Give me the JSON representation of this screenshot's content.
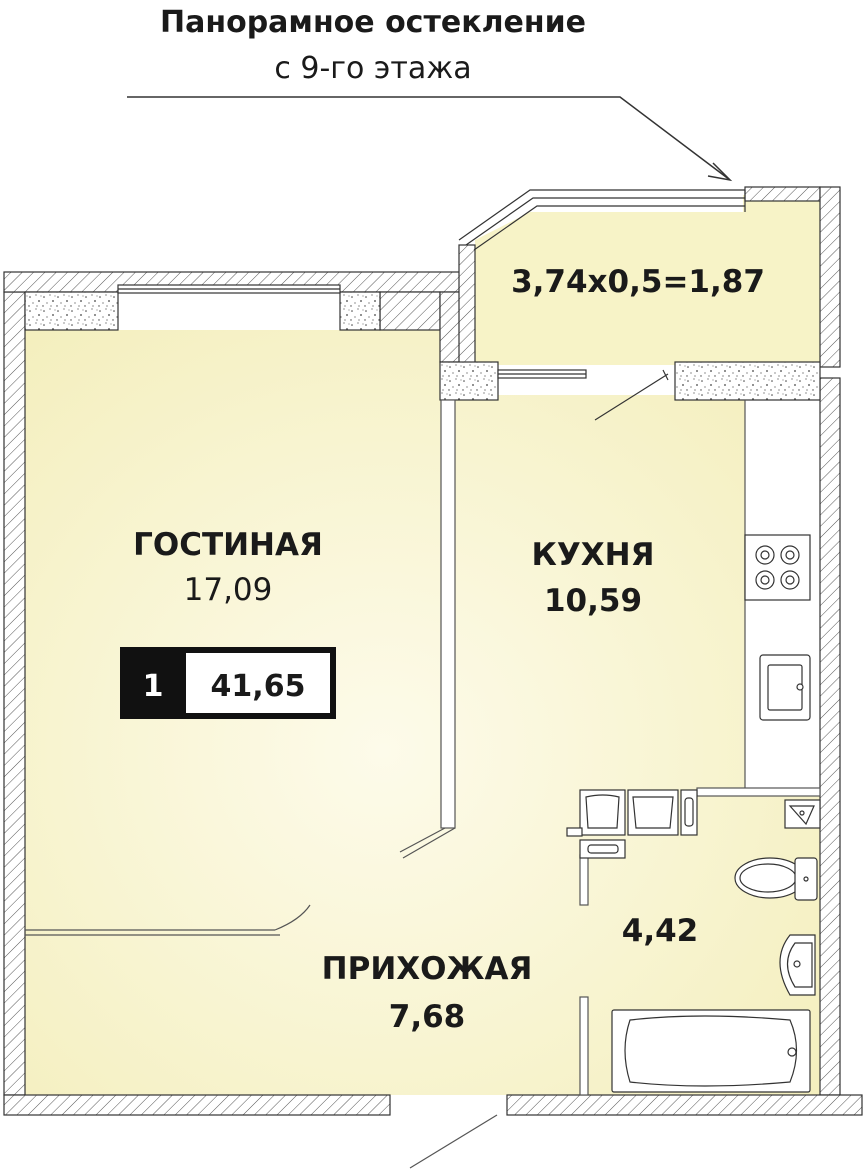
{
  "annotation": {
    "line1": "Панорамное остекление",
    "line2": "с 9-го этажа"
  },
  "balcony": {
    "label": "3,74х0,5=1,87"
  },
  "rooms": {
    "living": {
      "name": "ГОСТИНАЯ",
      "area": "17,09"
    },
    "kitchen": {
      "name": "КУХНЯ",
      "area": "10,59"
    },
    "hall": {
      "name": "ПРИХОЖАЯ",
      "area": "7,68"
    },
    "bathroom": {
      "area": "4,42"
    }
  },
  "badge": {
    "rooms_count": "1",
    "total_area": "41,65"
  },
  "colors": {
    "room_fill": "#f7f3c7",
    "wall_fill": "#ffffff",
    "line": "#333333",
    "text": "#1a1a1a"
  },
  "icons": [
    "stove-icon",
    "sink-icon",
    "toilet-icon",
    "washbasin-icon",
    "bathtub-icon",
    "washing-machine-icon"
  ]
}
